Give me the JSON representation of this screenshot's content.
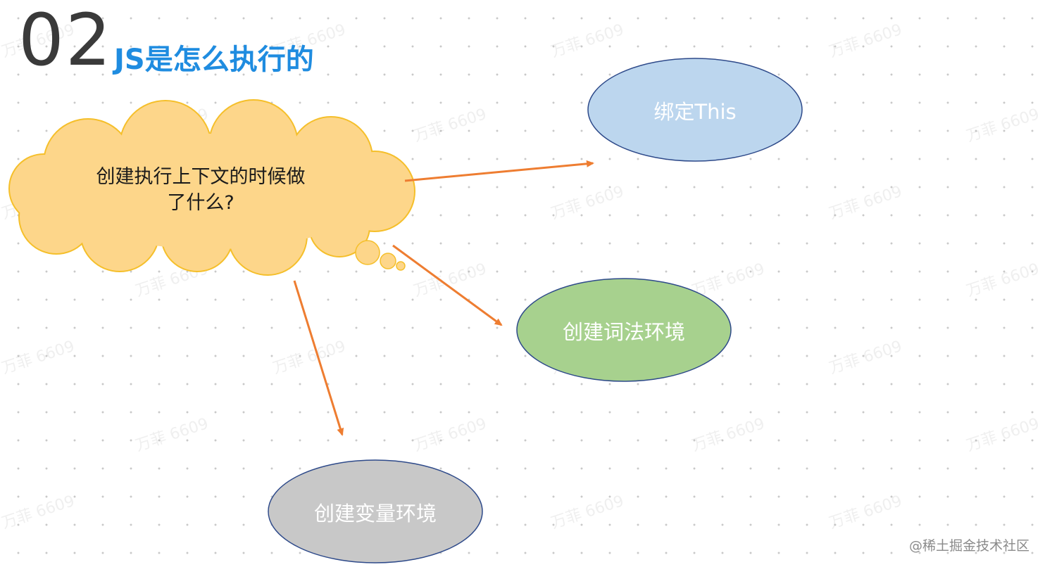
{
  "slide": {
    "number": "02",
    "title": "JS是怎么执行的"
  },
  "diagram": {
    "center": {
      "label_line1": "创建执行上下文的时候做",
      "label_line2": "了什么?",
      "fill": "#fdd68a",
      "stroke": "#f5bf2a"
    },
    "nodes": [
      {
        "id": "bind-this",
        "label": "绑定This",
        "fill": "#bcd6ee",
        "stroke": "#2e4a8a"
      },
      {
        "id": "lexical-env",
        "label": "创建词法环境",
        "fill": "#a7d18e",
        "stroke": "#2e4a8a"
      },
      {
        "id": "variable-env",
        "label": "创建变量环境",
        "fill": "#c8c8c8",
        "stroke": "#2e4a8a"
      }
    ],
    "arrow_color": "#ee7d31"
  },
  "watermark": {
    "text": "万菲 6609"
  },
  "credit": {
    "text": "@稀土掘金技术社区"
  }
}
